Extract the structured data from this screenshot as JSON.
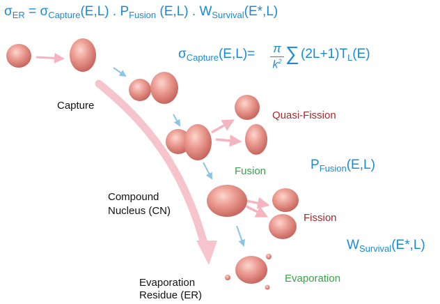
{
  "equations": {
    "main": {
      "sigma": "σ",
      "er_sub": "ER",
      "eq": " = ",
      "sigma2": "σ",
      "capture_sub": "Capture",
      "args1": "(E,L) . P",
      "fusion_sub": "Fusion",
      "args2": " (E,L) . W",
      "survival_sub": "Survival",
      "args3": "(E*,L)"
    },
    "capture": {
      "sigma": "σ",
      "capture_sub": "Capture",
      "args": "(E,L)=",
      "pi": "π",
      "k": "k",
      "k_exp": "2",
      "sum": "∑",
      "term": "(2L+1)T",
      "t_sub": "L",
      "t_args": "(E)"
    },
    "p_fusion": {
      "p": "P",
      "sub": "Fusion",
      "args": "(E,L)"
    },
    "w_survival": {
      "w": "W",
      "sub": "Survival",
      "args": "(E*,L)"
    }
  },
  "labels": {
    "capture": "Capture",
    "compound_line1": "Compound",
    "compound_line2": "Nucleus (CN)",
    "quasi_fission": "Quasi-Fission",
    "fusion": "Fusion",
    "fission": "Fission",
    "evaporation": "Evaporation",
    "er_line1": "Evaporation",
    "er_line2": "Residue (ER)"
  },
  "colors": {
    "blue": "#1a8ad4",
    "red_label": "#a42a2a",
    "green_label": "#3aa04a",
    "pink_arrow": "#f4b4c0",
    "blue_arrow": "#8cc4e4",
    "nucleus": "#e08a82"
  }
}
